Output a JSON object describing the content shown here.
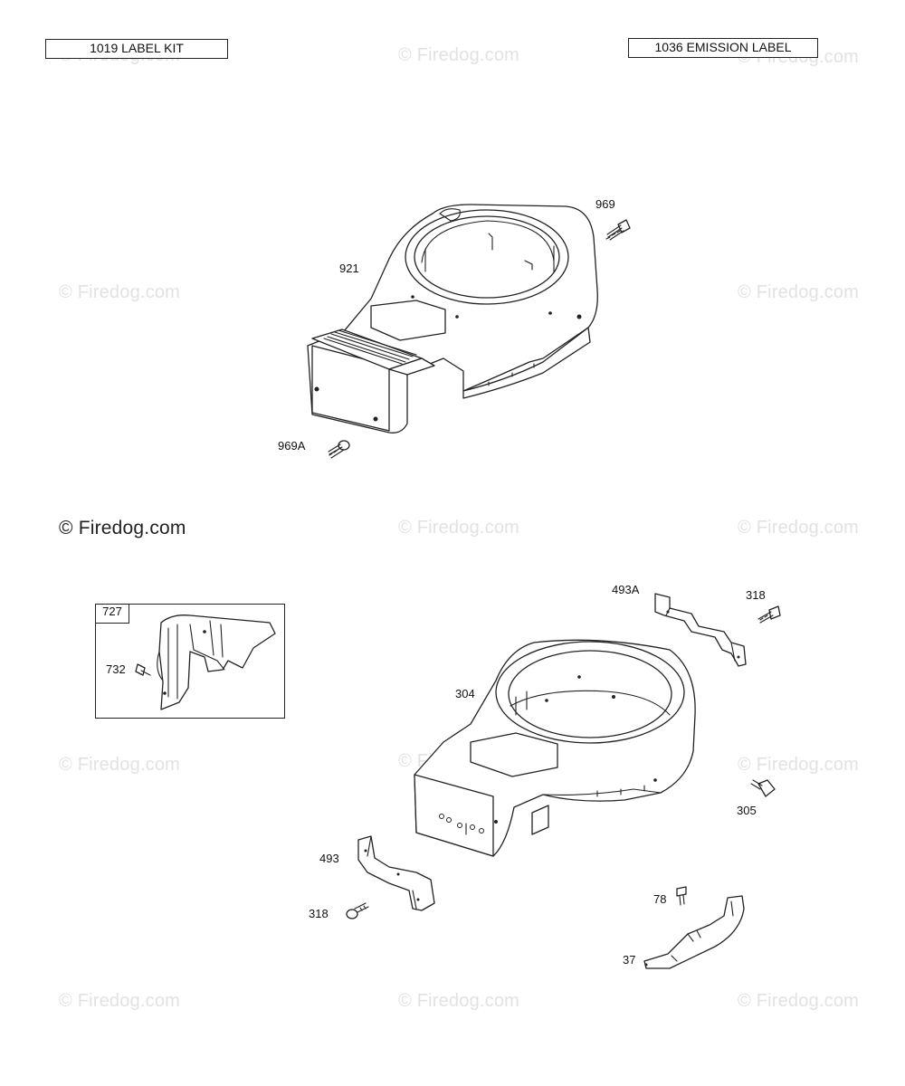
{
  "labels": {
    "label_kit": "1019 LABEL KIT",
    "emission_label": "1036 EMISSION LABEL"
  },
  "watermark": {
    "text": "© Firedog.com"
  },
  "inset": {
    "tag": "727"
  },
  "parts": {
    "p969": "969",
    "p921": "921",
    "p969a": "969A",
    "p493a": "493A",
    "p318_top": "318",
    "p727": "727",
    "p732": "732",
    "p304": "304",
    "p305": "305",
    "p493": "493",
    "p318_bottom": "318",
    "p78": "78",
    "p37": "37"
  }
}
